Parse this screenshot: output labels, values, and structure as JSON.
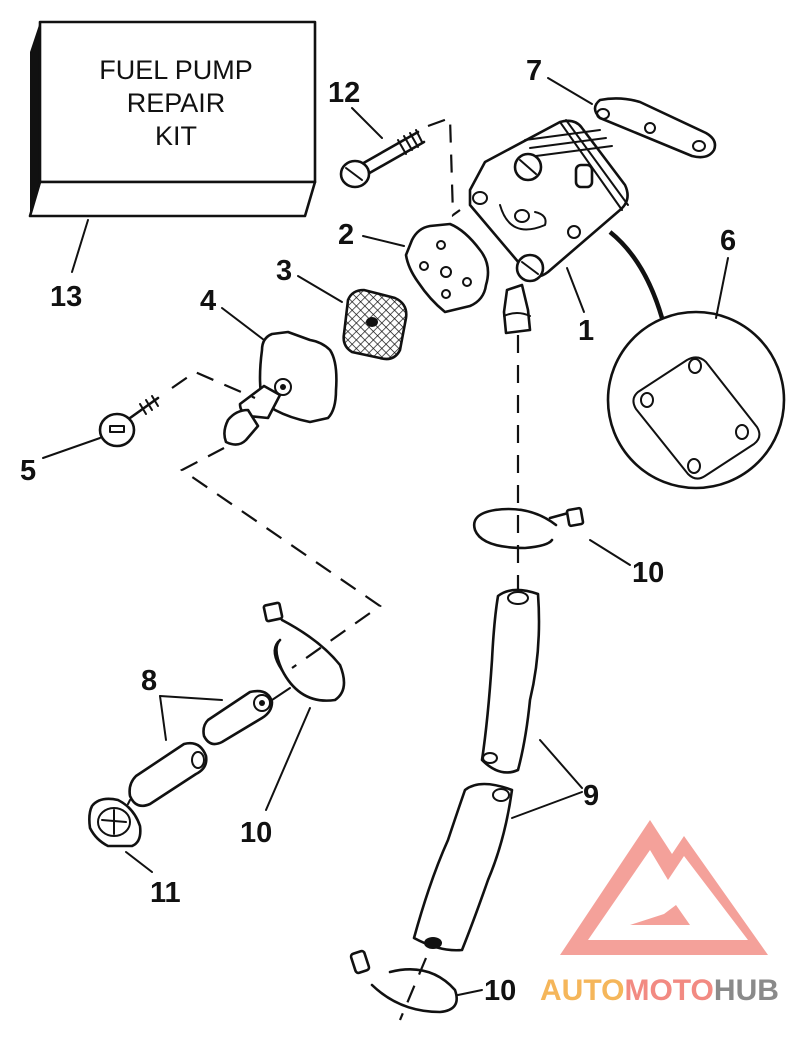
{
  "diagram": {
    "title": "Fuel Pump Exploded View",
    "kit_box": {
      "line1": "FUEL PUMP",
      "line2": "REPAIR",
      "line3": "KIT"
    },
    "callouts": [
      {
        "number": "1",
        "part": "fuel-pump-body"
      },
      {
        "number": "2",
        "part": "diaphragm-plate"
      },
      {
        "number": "3",
        "part": "filter-screen"
      },
      {
        "number": "4",
        "part": "filter-cover"
      },
      {
        "number": "5",
        "part": "cover-screw"
      },
      {
        "number": "6",
        "part": "gasket-detail"
      },
      {
        "number": "7",
        "part": "mounting-bracket"
      },
      {
        "number": "8",
        "part": "connector-hoses"
      },
      {
        "number": "9",
        "part": "fuel-hoses"
      },
      {
        "number": "10",
        "part": "hose-clamp-upper"
      },
      {
        "number": "10",
        "part": "hose-clamp-left"
      },
      {
        "number": "10",
        "part": "hose-clamp-lower"
      },
      {
        "number": "11",
        "part": "hose-clip"
      },
      {
        "number": "12",
        "part": "pump-screw"
      },
      {
        "number": "13",
        "part": "repair-kit"
      }
    ],
    "watermark": {
      "part1": "AUTO",
      "part2": "MOTO",
      "part3": "HUB",
      "colors": {
        "auto": "#f5b65a",
        "moto": "#f28a82",
        "hub": "#8a8a8a",
        "logo": "#f4a19a"
      }
    }
  }
}
